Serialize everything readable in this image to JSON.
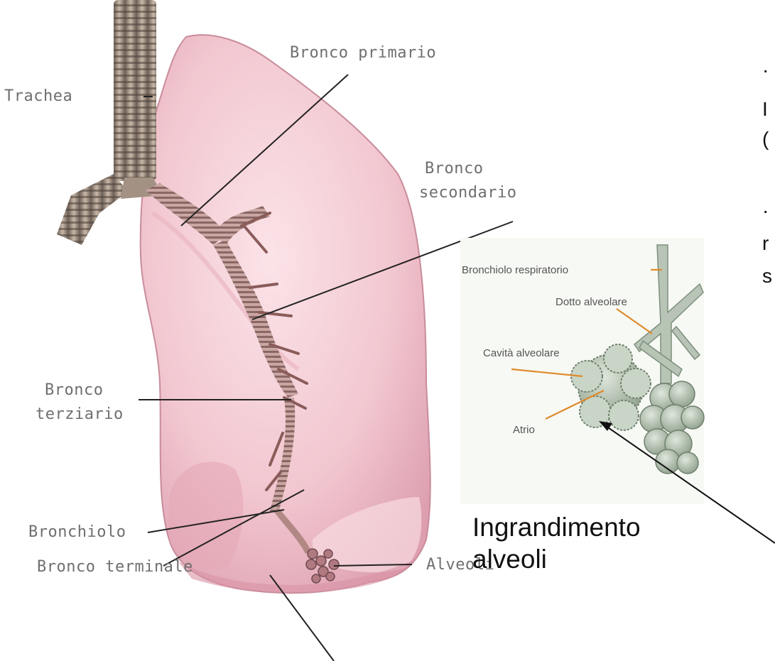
{
  "labels": {
    "trachea": "Trachea",
    "bronco_primario": "Bronco primario",
    "bronco_secondario_1": "Bronco",
    "bronco_secondario_2": "secondario",
    "bronco_terziario_1": "Bronco",
    "bronco_terziario_2": "terziario",
    "bronchiolo": "Bronchiolo",
    "bronco_terminale": "Bronco terminale",
    "alveoli": "Alveoli"
  },
  "inset": {
    "bronchiolo_respiratorio": "Bronchiolo respiratorio",
    "dotto_alveolare": "Dotto alveolare",
    "cavita_alveolare": "Cavità alveolare",
    "atrio": "Atrio"
  },
  "caption": {
    "line1": "Ingrandimento",
    "line2": "alveoli"
  },
  "side_text": {
    "chars": [
      "·",
      "I",
      "(",
      "·",
      "r",
      "s"
    ]
  },
  "colors": {
    "lung": "#f1c6cf",
    "lung_shadow": "#d99aab",
    "airway": "#b58a86",
    "trachea": "#8b7b6f",
    "inset_bg": "#f7f9f5",
    "alveolus": "#b7c4b6",
    "leader_orange": "#e08a2a"
  }
}
